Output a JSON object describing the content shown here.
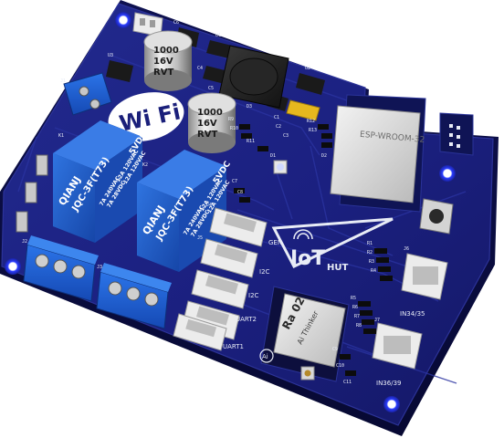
{
  "board": {
    "pcb_color": "#1a1f7a",
    "relay_color": "#1f5cc8",
    "terminal_color": "#1e62d6"
  },
  "relays": [
    {
      "brand": "QIANJ",
      "model": "JQC-3F(T73)",
      "ratings": [
        "7A 240VAC",
        "7A 28VDC",
        "12A 120VAC",
        "12A 120VAC"
      ],
      "coil": "5VDC"
    },
    {
      "brand": "QIANJ",
      "model": "JQC-3F(T73)",
      "ratings": [
        "7A 240VAC",
        "7A 28VDC",
        "12A 120VAC",
        "12A 120VAC"
      ],
      "coil": "5VDC"
    }
  ],
  "capacitors": [
    {
      "lines": [
        "1000",
        "16V",
        "RVT"
      ]
    },
    {
      "lines": [
        "1000",
        "16V",
        "RVT"
      ]
    }
  ],
  "wifi_logo": {
    "text": "Wi Fi"
  },
  "esp_module": {
    "label": "ESP-WROOM-32"
  },
  "ra02_module": {
    "name": "Ra 02",
    "maker": "Ai Thinker",
    "badge": "Ai"
  },
  "brand_logo": {
    "text": "IoT",
    "suffix": "HUT"
  },
  "connector_labels": [
    "GEN",
    "I2C",
    "I2C",
    "UART2",
    "UART1",
    "IN34/35",
    "IN36/39"
  ],
  "component_refs": [
    "R1",
    "R2",
    "R3",
    "R4",
    "R5",
    "R6",
    "R7",
    "R8",
    "R9",
    "R10",
    "R11",
    "R12",
    "R13",
    "C1",
    "C2",
    "C3",
    "C4",
    "C5",
    "C6",
    "C7",
    "C8",
    "C9",
    "C10",
    "C11",
    "U1",
    "U2",
    "U3",
    "D1",
    "D2",
    "D3",
    "K1",
    "K2",
    "J1",
    "J2",
    "J3",
    "J4",
    "J5",
    "J6",
    "J7"
  ]
}
